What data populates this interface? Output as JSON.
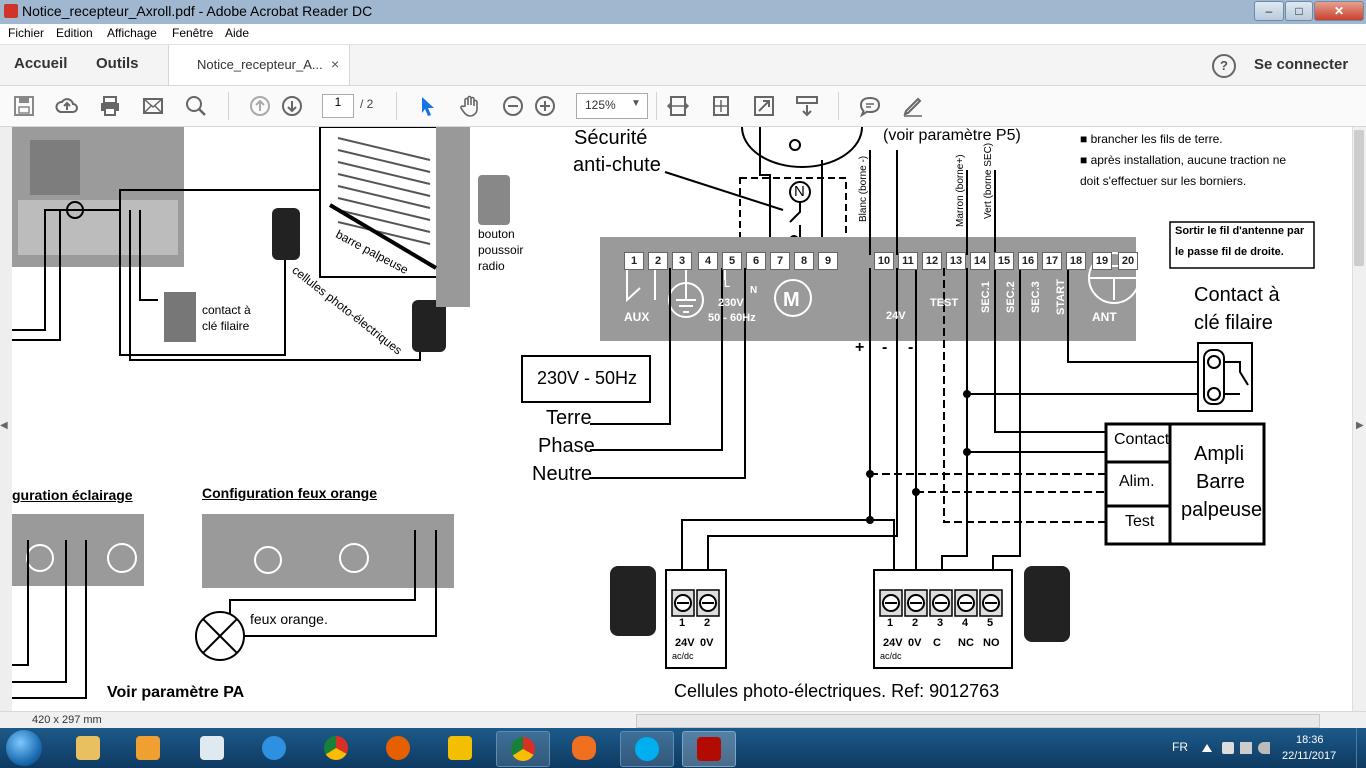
{
  "window": {
    "title": "Notice_recepteur_Axroll.pdf - Adobe Acrobat Reader DC",
    "minimize": "–",
    "maximize": "□",
    "close": "✕"
  },
  "menu": [
    "Fichier",
    "Edition",
    "Affichage",
    "Fenêtre",
    "Aide"
  ],
  "tabs": {
    "home": "Accueil",
    "tools": "Outils",
    "document": "Notice_recepteur_A...",
    "close_glyph": "×",
    "help": "?",
    "signin": "Se connecter"
  },
  "toolbar": {
    "page_current": "1",
    "page_total": "/ 2",
    "zoom": "125%",
    "zoom_caret": "▼"
  },
  "icons": [
    "save-icon",
    "upload-icon",
    "print-icon",
    "email-icon",
    "search-icon",
    "page-up-icon",
    "page-down-icon",
    "select-arrow-icon",
    "hand-icon",
    "zoom-out-icon",
    "zoom-in-icon",
    "fit-width-icon",
    "fit-page-icon",
    "full-screen-icon",
    "scroll-mode-icon",
    "comment-icon",
    "sign-icon"
  ],
  "diagram": {
    "securite": "Sécurité",
    "anti_chute": "anti-chute",
    "n_label": "N",
    "voir_p5": "(voir paramètre P5)",
    "note_1": "■ brancher les fils de terre.",
    "note_2": "■ après installation, aucune traction ne",
    "note_3": "doit s'effectuer sur les borniers.",
    "antenne_1": "Sortir le fil d'antenne par",
    "antenne_2": "le passe fil de droite.",
    "blanc": "Blanc (borne -)",
    "marron": "Marron (borne+)",
    "vert": "Vert (borne SEC)",
    "contact_cle_1": "Contact à",
    "contact_cle_2": "clé filaire",
    "barre_palpeuse": "barre palpeuse",
    "bouton_1": "bouton",
    "bouton_2": "poussoir",
    "bouton_3": "radio",
    "cellules_pe": "cellules photo-électriques",
    "contact_small_1": "contact à",
    "contact_small_2": "clé filaire",
    "terminals_top": [
      "1",
      "2",
      "3",
      "4",
      "5",
      "6",
      "7",
      "8",
      "9",
      "10",
      "11",
      "12",
      "13",
      "14",
      "15",
      "16",
      "17",
      "18",
      "19",
      "20"
    ],
    "aux": "AUX",
    "v230": "230V",
    "hz": "50 - 60Hz",
    "l": "L",
    "n": "N",
    "v24": "24V",
    "test": "TEST",
    "sec1": "SEC.1",
    "sec2": "SEC.2",
    "sec3": "SEC.3",
    "start": "START",
    "ant": "ANT",
    "plus": "+",
    "minus1": "-",
    "minus2": "-",
    "mains_box": "230V - 50Hz",
    "terre": "Terre",
    "phase": "Phase",
    "neutre": "Neutre",
    "contact": "Contact",
    "alim": "Alim.",
    "test_box": "Test",
    "ampli_1": "Ampli",
    "ampli_2": "Barre",
    "ampli_3": "palpeuse",
    "cfg_eclairage": "guration éclairage",
    "cfg_feux": "Configuration feux orange",
    "feux_orange": "feux orange.",
    "voir_pa": "Voir paramètre PA",
    "cell_left_nums": [
      "1",
      "2"
    ],
    "cell_left_labels": [
      "24V",
      "0V"
    ],
    "cell_left_acdc": "ac/dc",
    "cell_right_nums": [
      "1",
      "2",
      "3",
      "4",
      "5"
    ],
    "cell_right_labels": [
      "24V",
      "0V",
      "C",
      "NC",
      "NO"
    ],
    "cell_right_acdc": "ac/dc",
    "cellules_ref": "Cellules photo-électriques. Ref: 9012763"
  },
  "status": {
    "page_size": "420 x 297 mm"
  },
  "taskbar": {
    "lang": "FR",
    "time": "18:36",
    "date": "22/11/2017"
  }
}
